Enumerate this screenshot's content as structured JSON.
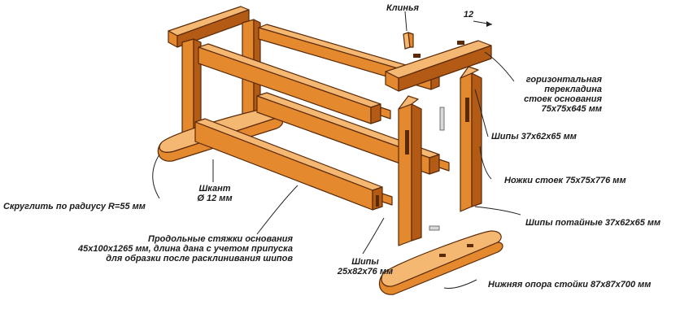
{
  "labels": {
    "wedges": "Клинья",
    "dim_12": "12",
    "top_rail": [
      "горизонтальная",
      "перекладина",
      "стоек основания",
      "75x75x645 мм"
    ],
    "tenons_top": "Шипы 37x62x65 мм",
    "legs": "Ножки стоек 75x75x776 мм",
    "hidden_tenons": "Шипы потайные 37x62x65 мм",
    "foot": "Нижняя опора стойки 87x87x700 мм",
    "tenons_long": [
      "Шипы",
      "25x82x76 мм"
    ],
    "stretchers": [
      "Продольные стяжки основания",
      "45x100x1265 мм, длина дана с учетом припуска",
      "для образки после расклинивания шипов"
    ],
    "dowel": [
      "Шкант",
      "Ø 12 мм"
    ],
    "round_radius": "Скруглить по радиусу R=55 мм"
  },
  "colors": {
    "wood_front": "#e4892e",
    "wood_top": "#f5b872",
    "wood_dark": "#b35a14",
    "outline": "#5a2a08",
    "text": "#1b1b1b"
  }
}
